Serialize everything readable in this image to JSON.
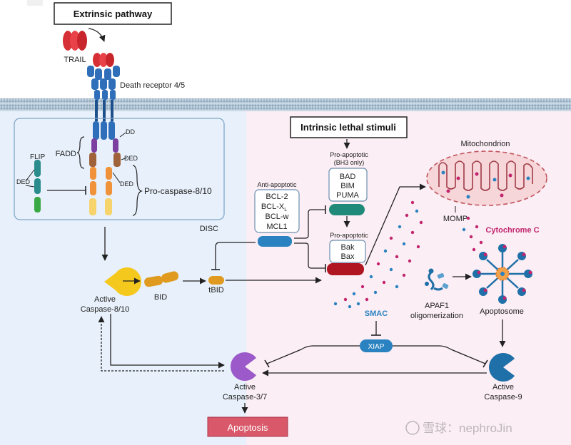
{
  "title_extrinsic": "Extrinsic pathway",
  "title_intrinsic": "Intrinsic lethal stimuli",
  "trail": "TRAIL",
  "death_receptor": "Death receptor 4/5",
  "fadd": "FADD",
  "dd": "DD",
  "ded": "DED",
  "flip": "FLIP",
  "pro_caspase_8_10": "Pro-caspase-8/10",
  "disc": "DISC",
  "active_caspase_8_10": [
    "Active",
    "Caspase-8/10"
  ],
  "bid": "BID",
  "tbid": "tBID",
  "anti_apoptotic": {
    "label": "Anti-apoptotic",
    "items": [
      "BCL-2",
      "BCL-X",
      "BCL-w",
      "MCL1"
    ],
    "subscript": "L"
  },
  "pro_apoptotic_bh3": {
    "label": [
      "Pro-apoptotic",
      "(BH3 only)"
    ],
    "items": [
      "BAD",
      "BIM",
      "PUMA"
    ]
  },
  "pro_apoptotic": {
    "label": "Pro-apoptotic",
    "items": [
      "Bak",
      "Bax"
    ]
  },
  "mitochondrion": "Mitochondrion",
  "momp": "MOMP",
  "cytochrome_c": "Cytochrome C",
  "smac": "SMAC",
  "xiap": "XIAP",
  "apaf1": [
    "APAF1",
    "oligomerization"
  ],
  "apoptosome": "Apoptosome",
  "active_caspase_9": [
    "Active",
    "Caspase-9"
  ],
  "active_caspase_3_7": [
    "Active",
    "Caspase-3/7"
  ],
  "apoptosis": "Apoptosis",
  "watermark": "雪球：nephroJin",
  "colors": {
    "extrinsic_bg": "#e8f1fb",
    "intrinsic_bg": "#fbeef4",
    "membrane": "#9bb4c8",
    "receptor_blue": "#2f6fba",
    "fadd_purple": "#7b3fa0",
    "ded_brown": "#a0623a",
    "procaspase_orange": "#f0923a",
    "procaspase_yellow": "#f6d36b",
    "flip_teal": "#2a8c8c",
    "flip_green": "#3aa845",
    "caspase8_yellow": "#f5c81e",
    "bid_orange": "#e09a1f",
    "anti_blue": "#2a82c0",
    "bh3_teal": "#1f8a7a",
    "bax_red": "#b01622",
    "xiap_blue": "#2a82c0",
    "caspase3_purple": "#9b59c9",
    "caspase9_blue": "#1f6fa8",
    "cytc_magenta": "#c2246e",
    "smac_blue": "#2a82c0",
    "apoptosis_red": "#d9596a"
  }
}
